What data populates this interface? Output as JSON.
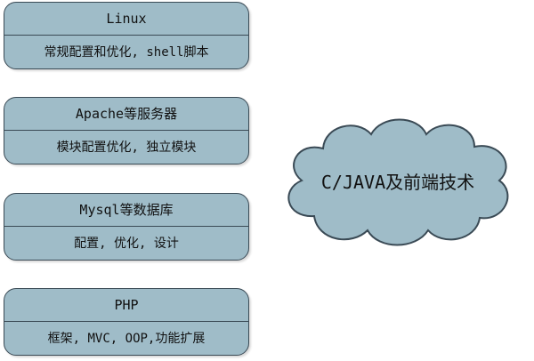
{
  "layers": [
    {
      "title": "Linux",
      "desc": "常规配置和优化, shell脚本"
    },
    {
      "title": "Apache等服务器",
      "desc": "模块配置优化, 独立模块"
    },
    {
      "title": "Mysql等数据库",
      "desc": "配置, 优化, 设计"
    },
    {
      "title": "PHP",
      "desc": "框架, MVC, OOP,功能扩展"
    }
  ],
  "cloud": {
    "label": "C/JAVA及前端技术"
  },
  "colors": {
    "box_fill": "#9fbcc8",
    "cloud_fill": "#9fbcc8",
    "outline": "#3a4a55"
  }
}
